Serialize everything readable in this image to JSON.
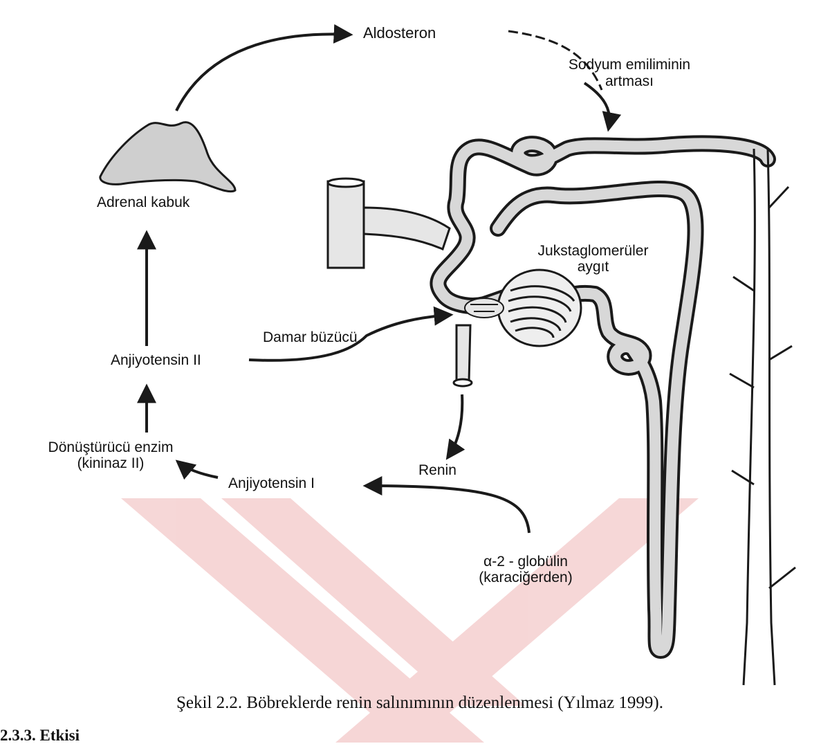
{
  "diagram": {
    "labels": {
      "aldosteron": "Aldosteron",
      "sodyum_line1": "Sodyum emiliminin",
      "sodyum_line2": "artması",
      "adrenal_kabuk": "Adrenal kabuk",
      "jukstaglomeruler_line1": "Jukstaglomerüler",
      "jukstaglomeruler_line2": "aygıt",
      "damar_buzucu": "Damar büzücü",
      "anjiyotensin_ii": "Anjiyotensin II",
      "donusturucu_line1": "Dönüştürücü enzim",
      "donusturucu_line2": "(kininaz II)",
      "anjiyotensin_i": "Anjiyotensin I",
      "renin": "Renin",
      "globulin_line1": "α-2 - globülin",
      "globulin_line2": "(karaciğerden)"
    }
  },
  "caption": "Şekil 2.2. Böbreklerde renin salınımının düzenlenmesi (Yılmaz 1999).",
  "section_heading": "2.3.3. Etkisi",
  "colors": {
    "ink": "#1a1a1a",
    "watermark": "#f3c9c9",
    "shading": "#bdbdbd"
  }
}
